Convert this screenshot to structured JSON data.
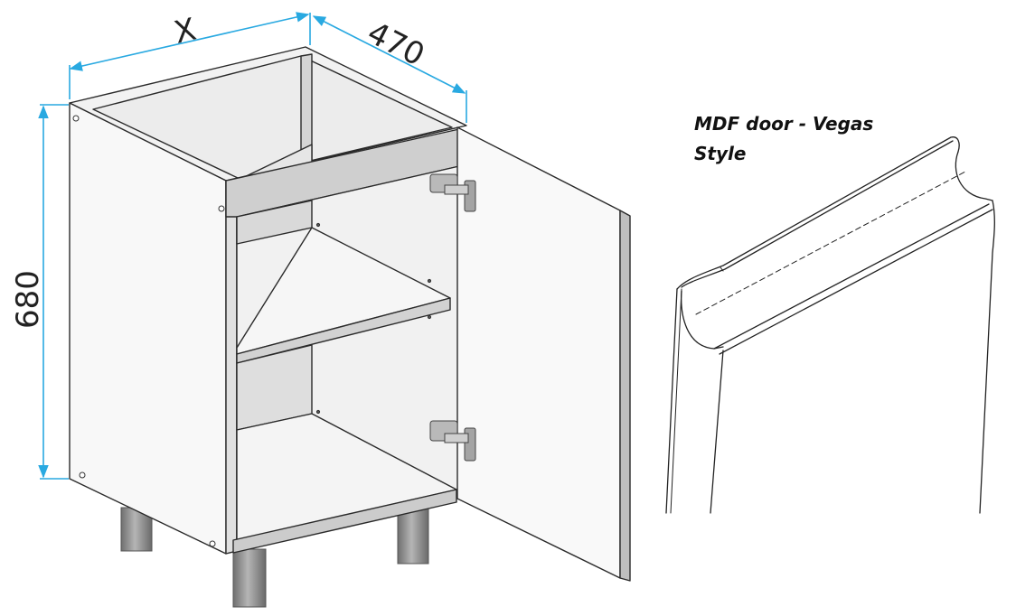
{
  "dimensions": {
    "width_label": "X",
    "depth_label": "470",
    "height_label": "680"
  },
  "door_caption": {
    "line1": "MDF door - Vegas",
    "line2": "Style"
  },
  "colors": {
    "dimension_line": "#29a9e1",
    "panel_light": "#f7f7f7",
    "panel_mid": "#e4e4e4",
    "panel_dark": "#c9c9c9",
    "interior_back": "#d8d8d8",
    "outline": "#2a2a2a",
    "leg": "#8e8e8e"
  }
}
